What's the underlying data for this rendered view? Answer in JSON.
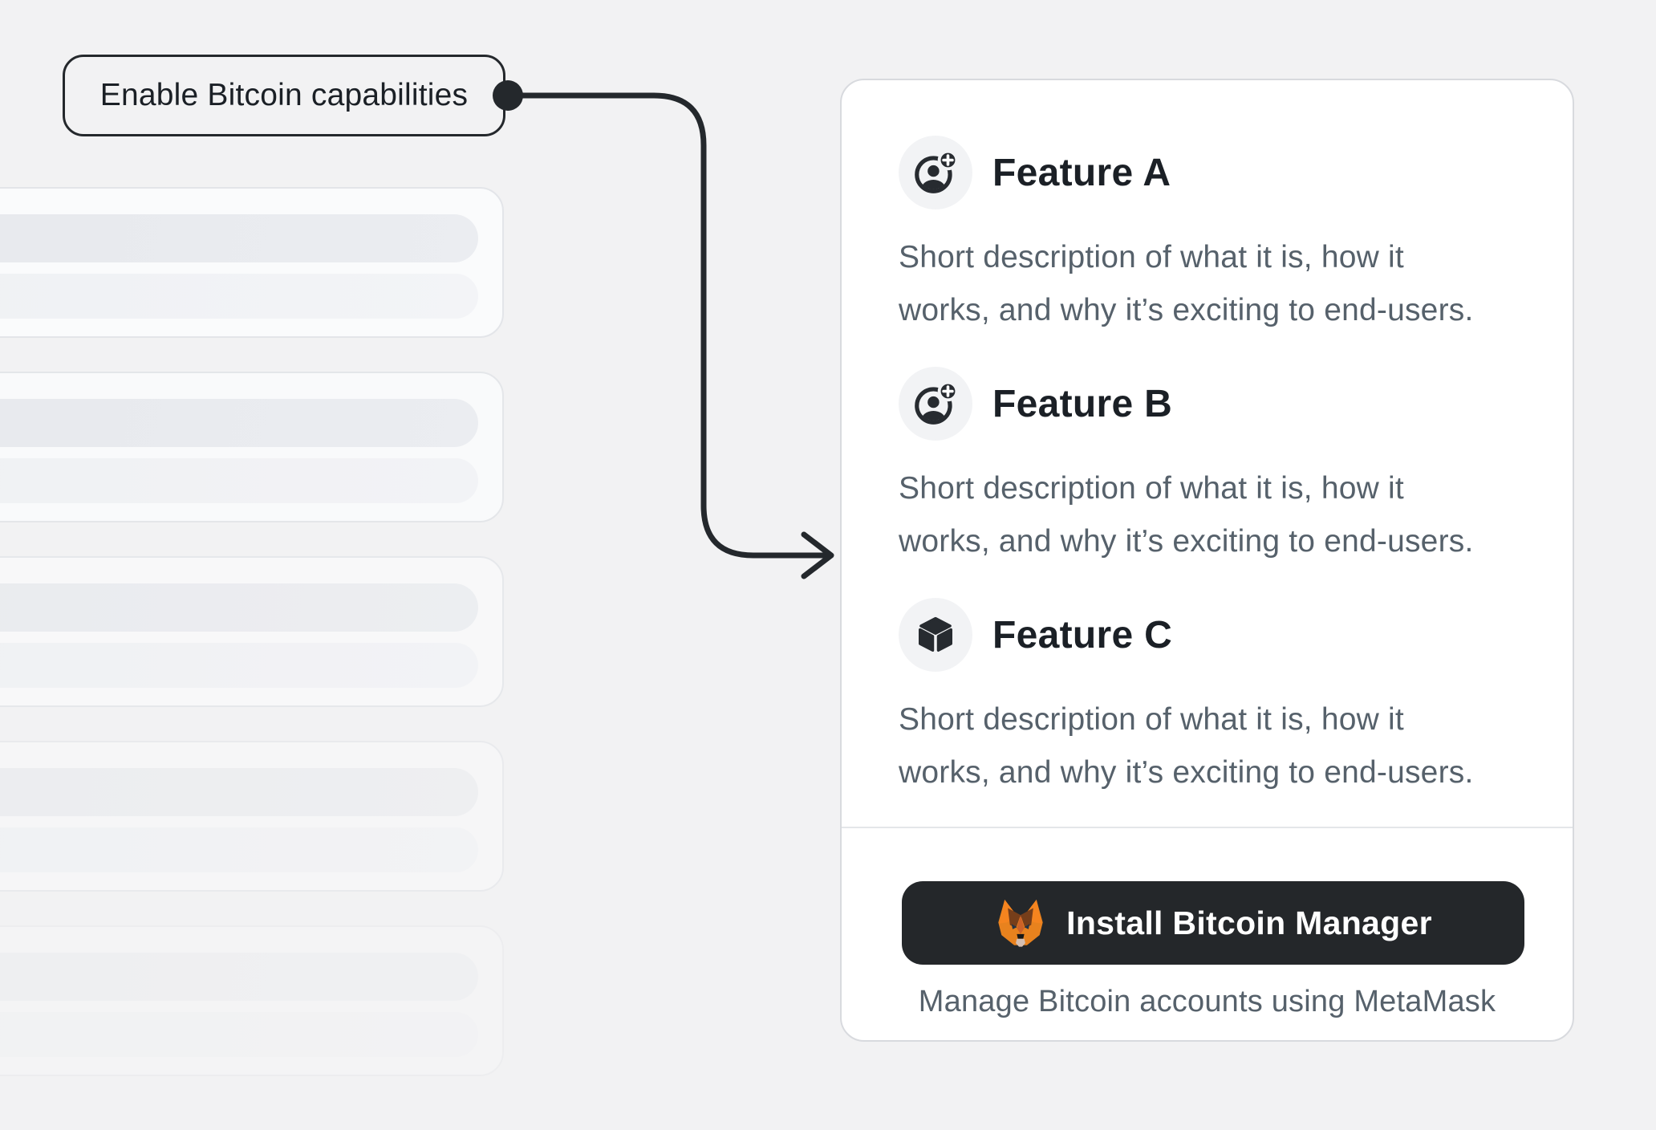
{
  "annotation": {
    "label": "Enable Bitcoin capabilities"
  },
  "features": [
    {
      "name": "Feature A",
      "icon": "account-plus-icon",
      "description_lines": [
        "Short description of what it is, how it",
        "works, and why it’s exciting to end-users."
      ]
    },
    {
      "name": "Feature B",
      "icon": "account-plus-icon",
      "description_lines": [
        "Short description of what it is, how it",
        "works, and why it’s exciting to end-users."
      ]
    },
    {
      "name": "Feature C",
      "icon": "cube-icon",
      "description_lines": [
        "Short description of what it is, how it",
        "works, and why it’s exciting to end-users."
      ]
    }
  ],
  "install": {
    "button_label": "Install Bitcoin Manager",
    "button_icon": "metamask-fox-icon",
    "caption": "Manage Bitcoin accounts using MetaMask"
  },
  "skeleton": {
    "card_count": 5
  },
  "colors": {
    "page_background": "#f2f2f3",
    "connector_ink": "#24282c",
    "title_text": "#1b2026",
    "secondary_text": "#56616b",
    "card_border": "#d8dade",
    "button_background": "#24272a",
    "fox_orange": "#e8821e",
    "fox_brown": "#763e1a"
  }
}
